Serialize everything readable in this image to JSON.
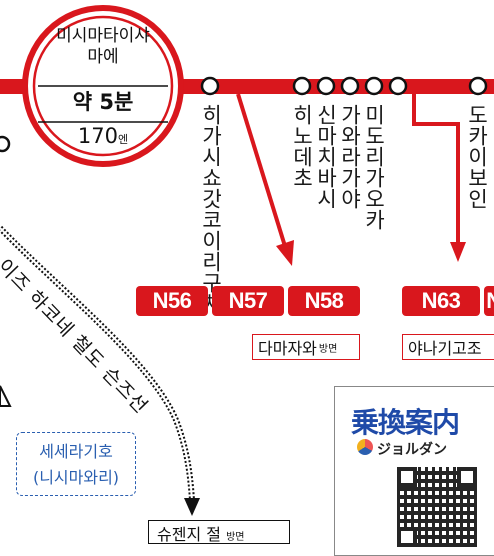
{
  "stop": {
    "name_line1": "미시마타이샤",
    "name_line2": "마에",
    "time": "약 5분",
    "fare": "170",
    "fare_unit": "엔"
  },
  "stops": [
    {
      "label": "히가시쇼갓코이리구치"
    },
    {
      "label": "히노데초"
    },
    {
      "label": "신마치바시"
    },
    {
      "label": "가와라가야"
    },
    {
      "label": "미도리가오카"
    },
    {
      "label": "도카이보인"
    }
  ],
  "routes": [
    "N56",
    "N57",
    "N58",
    "N63",
    "N"
  ],
  "destinations": [
    {
      "name": "다마자와",
      "suffix": "방면"
    },
    {
      "name": "야나기고조"
    }
  ],
  "railway": {
    "label": "이즈 하코네 철도 슨즈선"
  },
  "station": {
    "line1": "세세라기호",
    "line2": "(니시마와리)"
  },
  "bottom_destination": {
    "name": "슈젠지 절",
    "suffix": "방면"
  },
  "ad": {
    "title": "乗換案内",
    "subtitle": "ジョルダン"
  },
  "colors": {
    "line": "#d9171d",
    "route_badge": "#d9171d",
    "station_border": "#2a5fb0",
    "ad_title": "#1f4aa8"
  }
}
